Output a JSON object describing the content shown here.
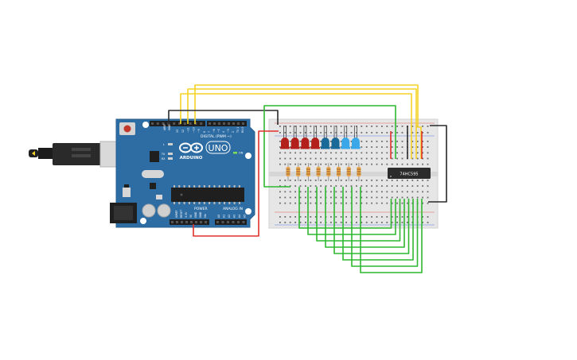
{
  "board": {
    "brand": "ARDUINO",
    "model": "UNO",
    "digital_label": "DIGITAL (PWM ~)",
    "power_label": "POWER",
    "analog_label": "ANALOG IN",
    "aref_label": "AREF",
    "gnd_label": "GND",
    "on_label": "ON",
    "tx_label": "TX",
    "rx_label": "RX",
    "l_label": "L",
    "power_pins": [
      "IOREF",
      "RESET",
      "3.3V",
      "5V",
      "GND",
      "GND",
      "Vin"
    ],
    "analog_pins": [
      "A0",
      "A1",
      "A2",
      "A3",
      "A4",
      "A5"
    ],
    "digital_pins": [
      "13",
      "12",
      "~11",
      "~10",
      "~9",
      "8",
      "7",
      "~6",
      "~5",
      "4",
      "~3",
      "2",
      "TX 1",
      "RX 0"
    ]
  },
  "chip": {
    "label": "74HC595"
  },
  "colors": {
    "board": "#2e6da4",
    "wire_yellow": "#f5d327",
    "wire_green": "#2fb82f",
    "wire_red": "#e0302b",
    "wire_black": "#2a2a2a",
    "led_red": "#b3201c",
    "led_dark_blue": "#1a6a99",
    "led_light_blue": "#3aa8e8",
    "resistor": "#e8a951",
    "breadboard": "#e6e6e6"
  },
  "leds": [
    "red",
    "red",
    "red",
    "red",
    "dark_blue",
    "dark_blue",
    "light_blue",
    "light_blue"
  ]
}
